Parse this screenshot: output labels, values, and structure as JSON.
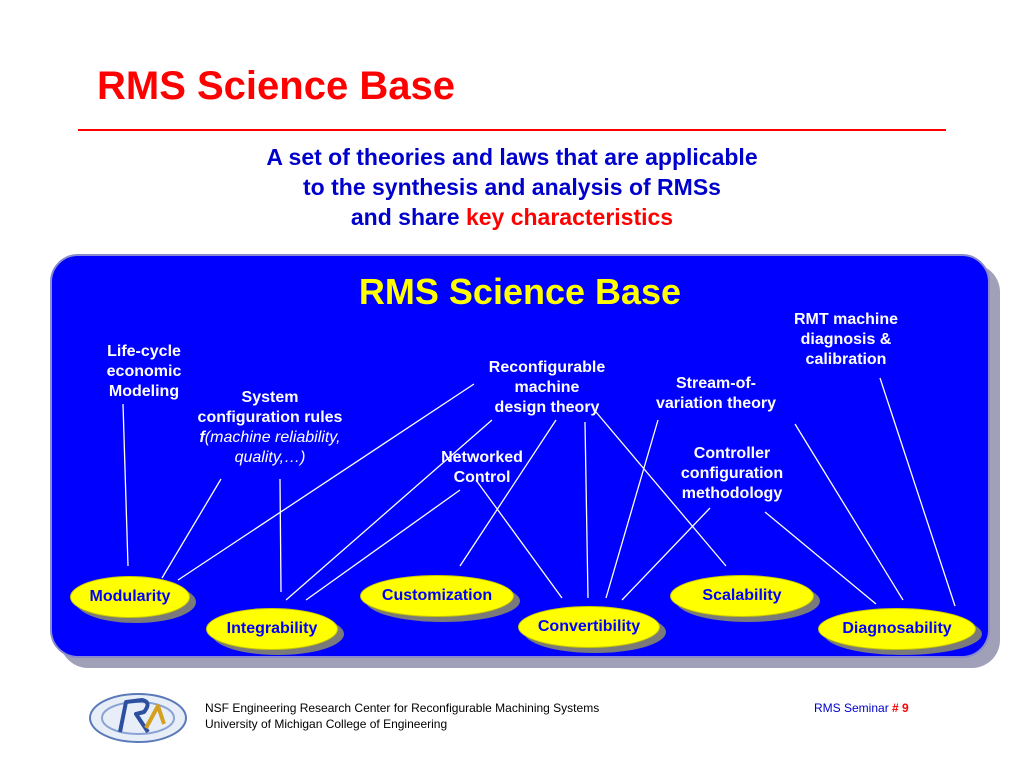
{
  "header": {
    "title": "RMS Science Base",
    "subtitle_line1": "A set of theories and laws that are applicable",
    "subtitle_line2": "to the synthesis and analysis of RMSs",
    "subtitle_line3_plain": "and share ",
    "subtitle_line3_highlight": "key characteristics"
  },
  "diagram": {
    "title": "RMS Science Base",
    "theories": {
      "lifecycle": [
        "Life-cycle",
        "economic",
        "Modeling"
      ],
      "sysconfig": [
        "System",
        "configuration rules"
      ],
      "sysconfig_f": "f",
      "sysconfig_italic1": "(machine reliability,",
      "sysconfig_italic2": "quality,…)",
      "reconfig": [
        "Reconfigurable",
        "machine",
        "design theory"
      ],
      "networked": [
        "Networked",
        "Control"
      ],
      "stream": [
        "Stream-of-",
        "variation theory"
      ],
      "controller": [
        "Controller",
        "configuration",
        "methodology"
      ],
      "rmt": [
        "RMT machine",
        "diagnosis &",
        "calibration"
      ]
    },
    "characteristics": {
      "modularity": "Modularity",
      "integrability": "Integrability",
      "customization": "Customization",
      "convertibility": "Convertibility",
      "scalability": "Scalability",
      "diagnosability": "Diagnosability"
    }
  },
  "footer": {
    "line1": "NSF Engineering Research Center for Reconfigurable Machining Systems",
    "line2": "University of Michigan College of Engineering",
    "seminar_label": "RMS Seminar ",
    "seminar_number": "# 9"
  },
  "colors": {
    "title_red": "#ff0000",
    "subtitle_blue": "#0000cc",
    "panel_blue": "#0000ff",
    "pill_yellow": "#ffff00",
    "panel_title_yellow": "#ffff00"
  }
}
